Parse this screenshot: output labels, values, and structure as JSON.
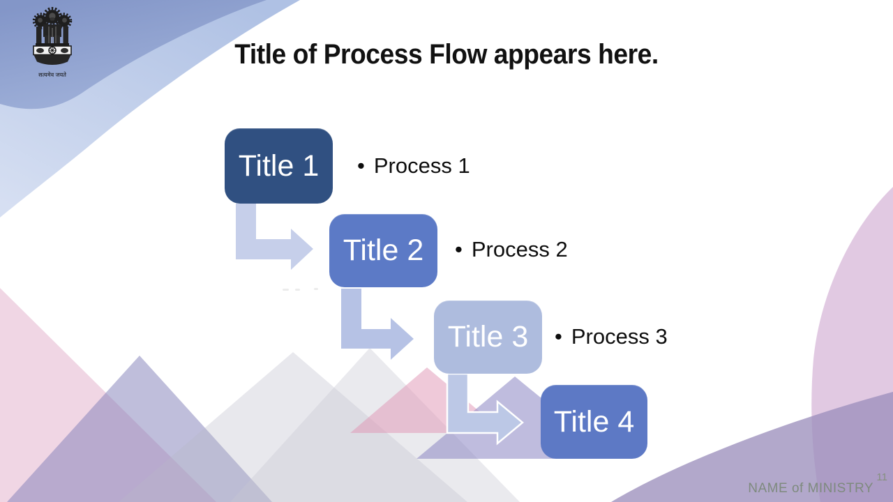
{
  "slide": {
    "title": "Title of Process Flow appears here.",
    "page_number": "11",
    "footer_ministry": "NAME of MINISTRY"
  },
  "emblem": {
    "motto": "सत्यमेव जयते"
  },
  "flow": {
    "bullet": "•",
    "steps": [
      {
        "title": "Title 1",
        "process": "Process 1",
        "box_color": "#305081"
      },
      {
        "title": "Title 2",
        "process": "Process 2",
        "box_color": "#5C7AC6"
      },
      {
        "title": "Title 3",
        "process": "Process 3",
        "box_color": "#AEBCDE"
      },
      {
        "title": "Title 4",
        "box_color": "#5D79C5"
      }
    ],
    "connector_colors": [
      "#C6CFEA",
      "#B6C2E5",
      "#BCC8E6"
    ]
  },
  "palette": {
    "title_text": "#111111",
    "process_text": "#0D0D0D",
    "box_text": "#FFFFFF",
    "footer_text": "#7E8A7E",
    "page_number_text": "#85907E",
    "topleft_blue_dark": "#8CA0CE",
    "topleft_blue_light": "#C9D5EE",
    "bottomright_lilac": "#DCC3DE",
    "bottomright_lavender": "#9C8FBC",
    "pink_triangle": "#E0A6C3",
    "lavender_triangle": "#8280B8",
    "gray_triangle": "#E9E9EE"
  }
}
